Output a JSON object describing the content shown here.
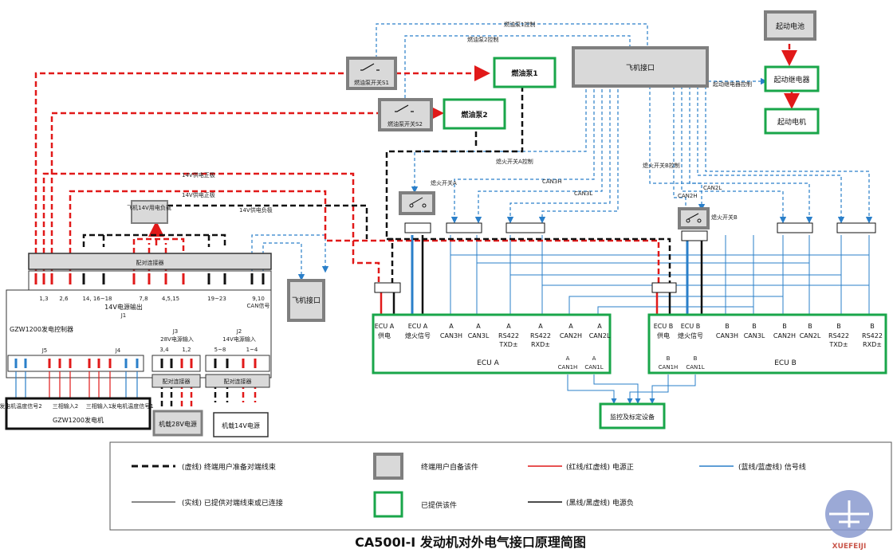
{
  "boxes": {
    "fuel_pump_1": "燃油泵1",
    "fuel_pump_2": "燃油泵2",
    "aircraft_interface": "飞机接口",
    "start_battery": "起动电池",
    "start_relay": "起动继电器",
    "starter_motor": "起动电机",
    "switch_s1": "燃油泵开关S1",
    "switch_s2": "燃油泵开关S2",
    "load_14v": "飞机14V用电负载",
    "mating_connector": "配对连接器",
    "aircraft_interface_small": "飞机接口",
    "gzw_controller": "GZW1200发电控制器",
    "output_14v": "14V电源输出",
    "gzw_generator": "GZW1200发电机",
    "power_28v": "机载28V电源",
    "power_14v": "机载14V电源",
    "mon_device": "监控及标定设备",
    "ecu_a": "ECU A",
    "ecu_b": "ECU B"
  },
  "line_labels": {
    "fp1_ctrl": "燃油泵1控制",
    "fp2_ctrl": "燃油泵2控制",
    "relay_ctrl": "起动继电器控制",
    "ign_a_ctrl": "熄火开关A控制",
    "ign_b_ctrl": "熄火开关B控制",
    "ign_a": "熄火开关A",
    "ign_b": "熄火开关B",
    "can3h": "CAN3H",
    "can3l": "CAN3L",
    "can2h": "CAN2H",
    "can2l": "CAN2L",
    "v14_pos1": "14V供电正极",
    "v14_pos2": "14V供电正极",
    "v14_neg": "14V供电负极"
  },
  "controller": {
    "j1_pins": [
      "1,3",
      "2,6",
      "14, 16~18",
      "7,8",
      "4,5,15",
      "19~23",
      "9,10"
    ],
    "can_signal": "CAN信号",
    "j1": "J1",
    "j3_title": "28V电源输入",
    "j3": "J3",
    "j3_pins": [
      "3,4",
      "1,2"
    ],
    "j2_title": "14V电源输入",
    "j2": "J2",
    "j2_pins": [
      "5~8",
      "1~4"
    ],
    "j5": "J5",
    "j4": "J4",
    "gen_labels": [
      "发电机温度信号2",
      "三相输入2",
      "三相输入1",
      "发电机温度信号1"
    ],
    "mating": "配对连接器"
  },
  "ecu_a_pins": [
    {
      "a": "ECU A",
      "b": "供电"
    },
    {
      "a": "ECU A",
      "b": "熄火信号"
    },
    {
      "a": "A",
      "b": "CAN3H"
    },
    {
      "a": "A",
      "b": "CAN3L"
    },
    {
      "a": "A",
      "b": "RS422 TXD±"
    },
    {
      "a": "A",
      "b": "RS422 RXD±"
    },
    {
      "a": "A",
      "b": "CAN2H"
    },
    {
      "a": "A",
      "b": "CAN2L"
    }
  ],
  "ecu_a_bottom": [
    {
      "a": "A",
      "b": "CAN1H"
    },
    {
      "a": "A",
      "b": "CAN1L"
    }
  ],
  "ecu_b_pins": [
    {
      "a": "ECU B",
      "b": "供电"
    },
    {
      "a": "ECU B",
      "b": "熄火信号"
    },
    {
      "a": "B",
      "b": "CAN3H"
    },
    {
      "a": "B",
      "b": "CAN3L"
    },
    {
      "a": "B",
      "b": "CAN2H"
    },
    {
      "a": "B",
      "b": "CAN2L"
    },
    {
      "a": "B",
      "b": "RS422 TXD±"
    },
    {
      "a": "B",
      "b": "RS422 RXD±"
    }
  ],
  "ecu_b_bottom": [
    {
      "a": "B",
      "b": "CAN1H"
    },
    {
      "a": "B",
      "b": "CAN1L"
    }
  ],
  "legend": {
    "dashed_user": "(虚线) 终端用户准备对端线束",
    "solid_provided": "(实线) 已提供对端线束或已连接",
    "gray_user": "终端用户自备该件",
    "green_provided": "已提供该件",
    "red_power": "(红线/红虚线) 电源正",
    "black_power": "(黑线/黑虚线) 电源负",
    "blue_signal": "(蓝线/蓝虚线) 信号线"
  },
  "watermark": "XUEFEIJI",
  "caption": "CA500I-I 发动机对外电气接口原理简图",
  "colors": {
    "red": "#e11919",
    "blue": "#2a7fc9",
    "green": "#19a64a",
    "gray": "#7f7f7f",
    "gray_fill": "#d9d9d9"
  }
}
